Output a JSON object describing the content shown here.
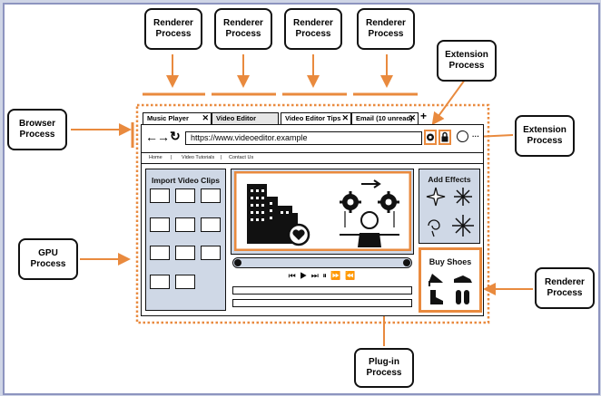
{
  "labels": {
    "renderer": "Renderer\nProcess",
    "extension": "Extension\nProcess",
    "browser": "Browser\nProcess",
    "gpu": "GPU\nProcess",
    "plugin": "Plug-in\nProcess"
  },
  "browser": {
    "tabs": [
      "Music Player",
      "Video Editor",
      "Video Editor Tips",
      "Email (10 unread)"
    ],
    "close_glyph": "✕",
    "new_tab_glyph": "+",
    "back_glyph": "←",
    "forward_glyph": "→",
    "reload_glyph": "↻",
    "url": "https://www.videoeditor.example",
    "menu_glyph": "···",
    "nav_links": [
      "Home",
      "|",
      "Video Tutorials",
      "|",
      "Contact Us"
    ]
  },
  "page": {
    "import_title": "Import Video Clips",
    "effects_title": "Add Effects",
    "shoes_title": "Buy Shoes",
    "player_glyphs": "⏮ ▶ ⏭ ⏸ ⏩ ⏪"
  },
  "colors": {
    "accent_orange": "#e98a3e",
    "panel_blue": "#cfd8e6",
    "outline": "#111111",
    "frame": "#8d94bf"
  }
}
